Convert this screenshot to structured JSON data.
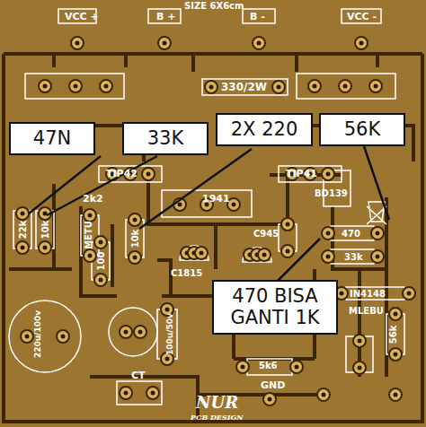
{
  "diagram": {
    "nodes": [
      {
        "text": [
          "47N"
        ]
      },
      {
        "text": [
          "33K"
        ]
      },
      {
        "text": [
          "2X 220"
        ]
      },
      {
        "text": [
          "56K"
        ]
      },
      {
        "text": [
          "470 BISA GANTI 1K"
        ]
      }
    ],
    "edges": [],
    "labels": [
      "VCC +",
      "B +",
      "SIZE 6X6cm",
      "B -",
      "VCC -",
      "330/2W",
      "TIP42",
      "2k2",
      "1941",
      "TIP41",
      "BD139",
      "22k",
      "10k",
      "METU",
      "10k",
      "100",
      "C945",
      "470",
      "33k",
      "C1815",
      "IN4148",
      "MLEBU",
      "220u/100v",
      "100u/50v",
      "56k",
      "CT",
      "5k6",
      "GND",
      "NUR",
      "PCB DESIGN"
    ]
  }
}
